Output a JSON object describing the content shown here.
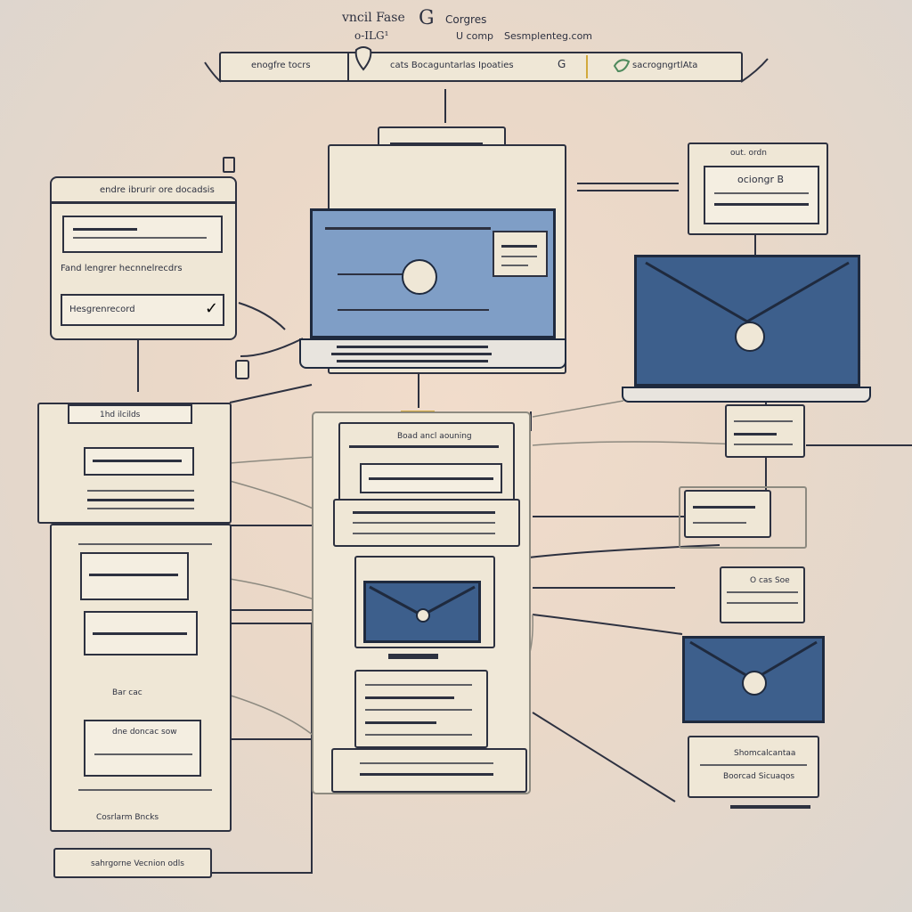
{
  "header": {
    "title_a": "vncil Fase",
    "title_b": "Corgres",
    "subtitle_a": "o-ILG¹",
    "subtitle_b": "U comp",
    "subtitle_c": "Sesmplenteg.com",
    "glyph": "G",
    "tabs": [
      "enogfre tocrs",
      "cats Bocaguntarlas Ipoaties",
      "sacrogngrtlAta"
    ],
    "tab_caret": "G"
  },
  "left_panel": {
    "title": "endre ibrurir ore docadsis",
    "row_text": "Fand lengrer hecnnelrecdrs",
    "field_text": "Hesgrenrecord"
  },
  "left_stack": {
    "tag": "1hd ilcilds",
    "labels": [
      "Bar cac",
      "dne doncac sow"
    ],
    "footer_text": "Cosrlarm Bncks"
  },
  "bottom_label": "sahrgorne Vecnion odls",
  "center_label": "Boad ancl aouning",
  "right_top_label": "ociongr B",
  "right_top_small": "out. ordn",
  "right_mid_label": "O cas Soe",
  "right_bottom_label_a": "Shomcalcantaa",
  "right_bottom_label_b": "Boorcad Sicuaqos",
  "icons": [
    "pin-icon",
    "check-leaf-icon",
    "chevron-icon",
    "arrow-icon",
    "play-icon"
  ],
  "colors": {
    "background": "#ead8c8",
    "panel": "#efe7d6",
    "line": "#2d3140",
    "screen": "#3d5f8c",
    "screen_light": "#7f9ec6",
    "accent": "#d2a93c"
  }
}
